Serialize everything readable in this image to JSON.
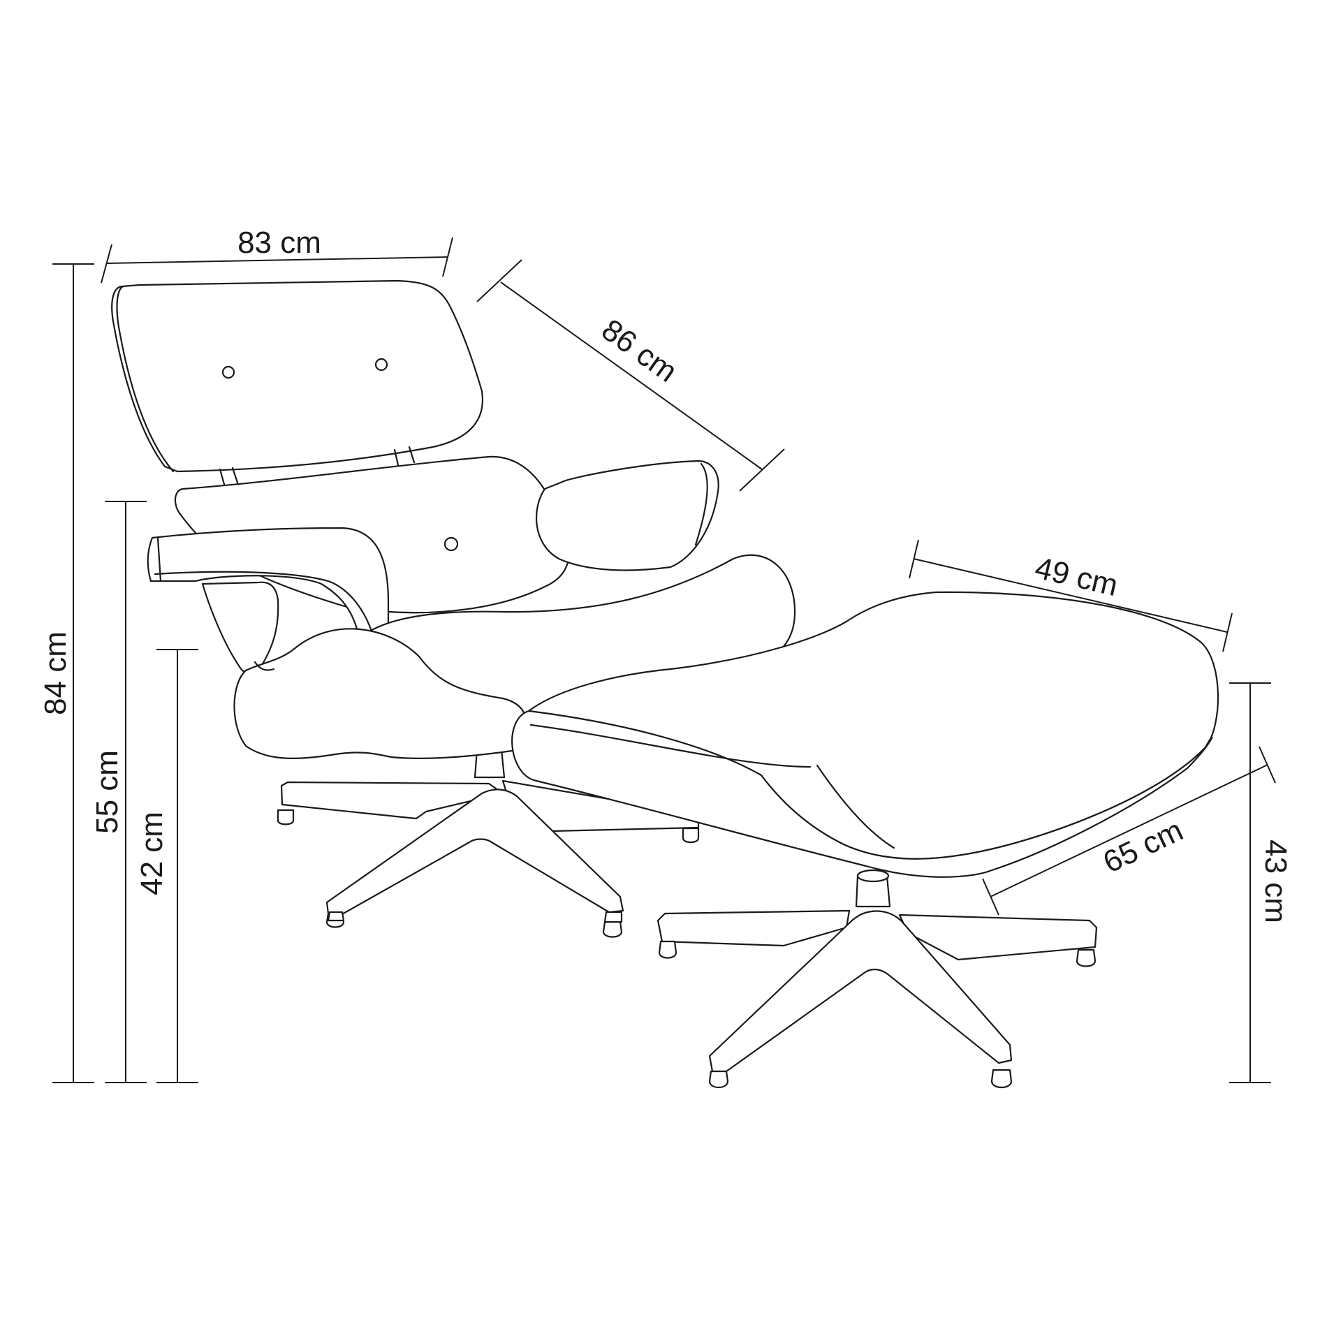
{
  "dimensions": {
    "chair_width": "83 cm",
    "chair_depth": "86 cm",
    "ottoman_width": "49 cm",
    "ottoman_depth": "65 cm",
    "total_height": "84 cm",
    "arm_height": "55 cm",
    "seat_height": "42 cm",
    "ottoman_height": "43 cm"
  },
  "colors": {
    "line": "#1a1a1a",
    "background": "#ffffff"
  }
}
